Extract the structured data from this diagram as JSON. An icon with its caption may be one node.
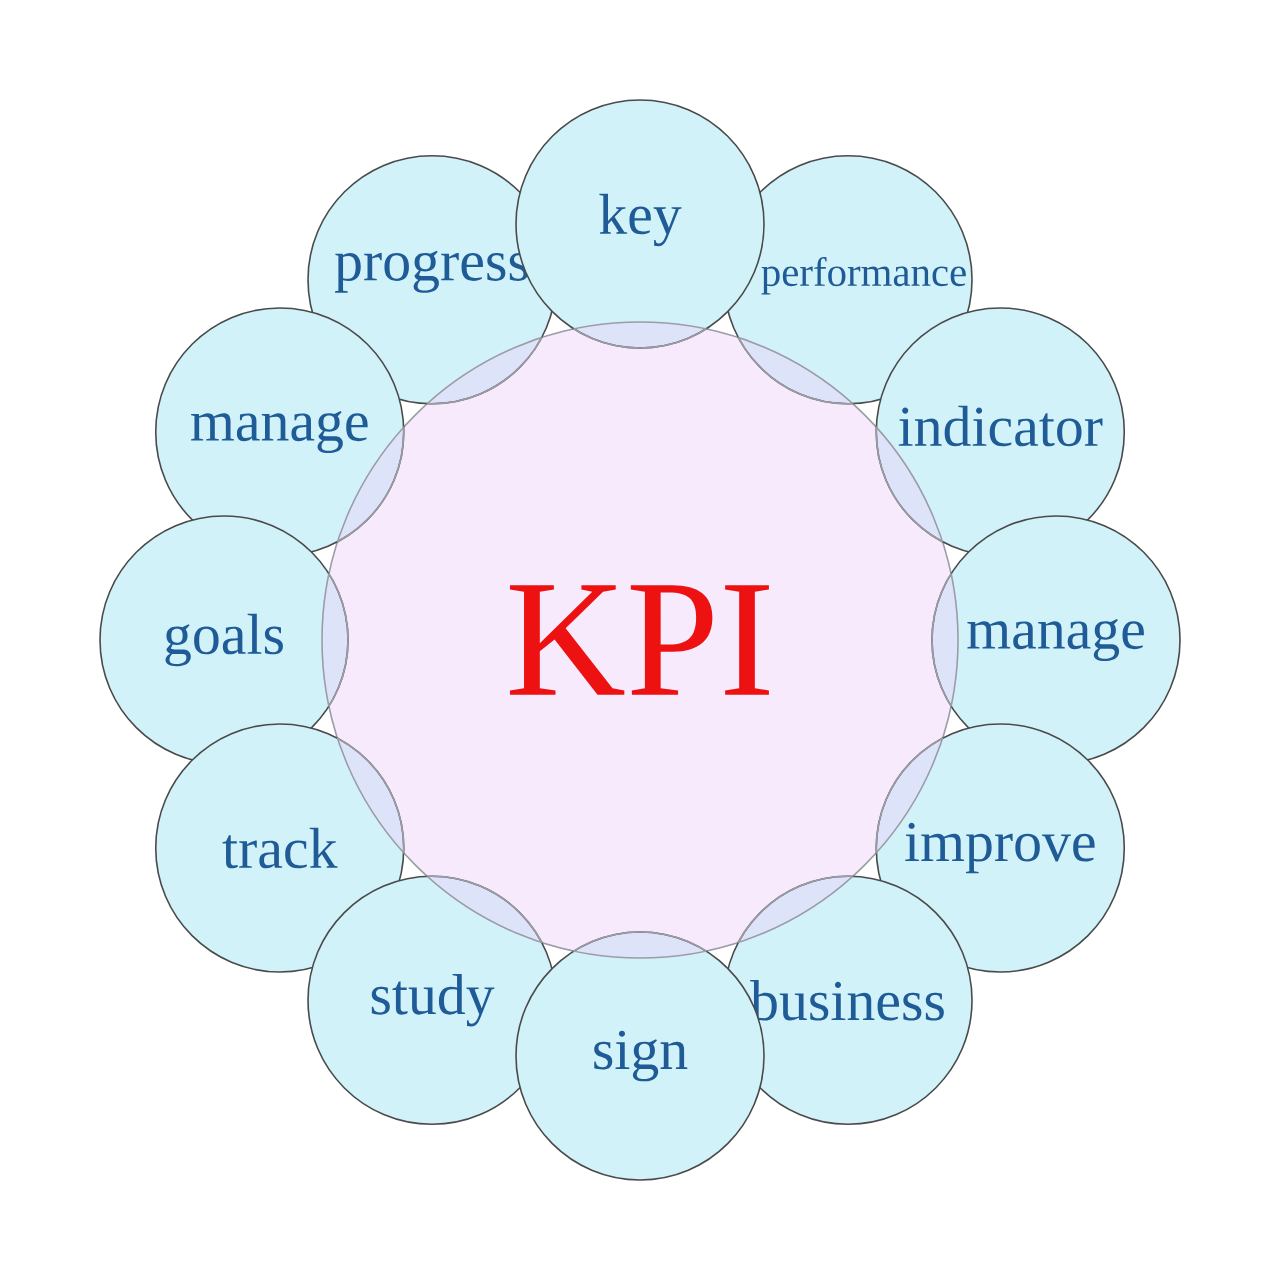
{
  "diagram": {
    "nodes": [
      {
        "text": [
          "KPI"
        ]
      },
      {
        "text": [
          "key"
        ]
      },
      {
        "text": [
          "performance"
        ]
      },
      {
        "text": [
          "indicator"
        ]
      },
      {
        "text": [
          "manage"
        ]
      },
      {
        "text": [
          "improve"
        ]
      },
      {
        "text": [
          "business"
        ]
      },
      {
        "text": [
          "sign"
        ]
      },
      {
        "text": [
          "study"
        ]
      },
      {
        "text": [
          "track"
        ]
      },
      {
        "text": [
          "goals"
        ]
      },
      {
        "text": [
          "manage"
        ]
      },
      {
        "text": [
          "progress"
        ]
      }
    ]
  }
}
